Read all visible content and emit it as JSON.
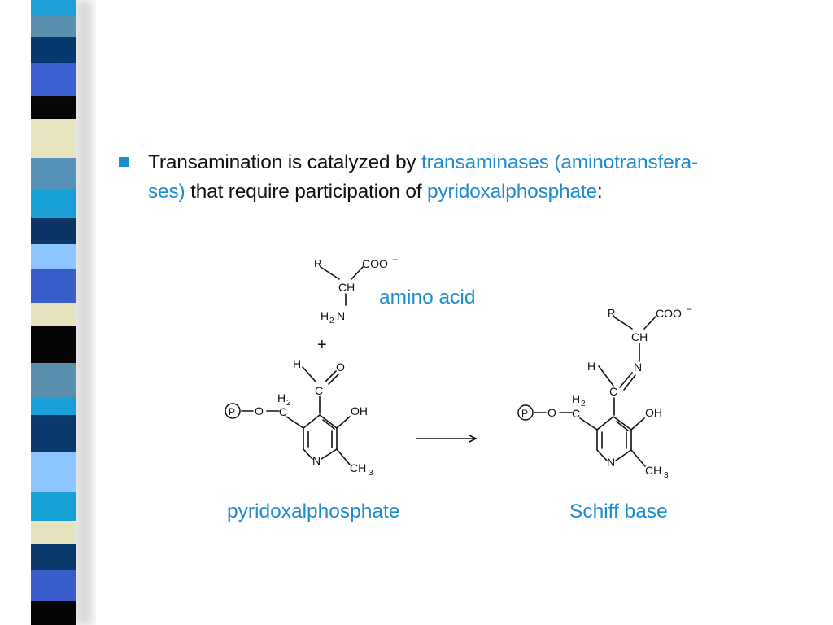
{
  "slide": {
    "sentence": {
      "part1": "Transamination is catalyzed by ",
      "hl1": "transaminases (aminotransfera-\nses)",
      "part2": " that require participation of ",
      "hl2": "pyridoxalphosphate",
      "part3": ":"
    },
    "labels": {
      "amino_acid": "amino acid",
      "pyridoxalphosphate": "pyridoxalphosphate",
      "schiff_base": "Schiff base"
    },
    "colors": {
      "highlight": "#1f8bd1",
      "bullet": "#1a8fd0"
    }
  },
  "structures": {
    "plus": "+",
    "amino_acid": {
      "r": "R",
      "coo": "COO",
      "charge": "−",
      "ch": "CH",
      "h2n": "H",
      "h2n_sub": "2",
      "h2n_n": "N"
    },
    "plp": {
      "h": "H",
      "o": "O",
      "c": "C",
      "h2": "H",
      "h2_sub": "2",
      "p": "P",
      "o_link": "O",
      "c_link": "C",
      "oh": "OH",
      "n": "N",
      "ch3": "CH",
      "ch3_sub": "3"
    },
    "schiff": {
      "r": "R",
      "coo": "COO",
      "charge": "−",
      "ch": "CH",
      "h": "H",
      "n_imine": "N",
      "c": "C",
      "h2": "H",
      "h2_sub": "2",
      "p": "P",
      "o_link": "O",
      "c_link": "C",
      "oh": "OH",
      "n": "N",
      "ch3": "CH",
      "ch3_sub": "3"
    }
  }
}
